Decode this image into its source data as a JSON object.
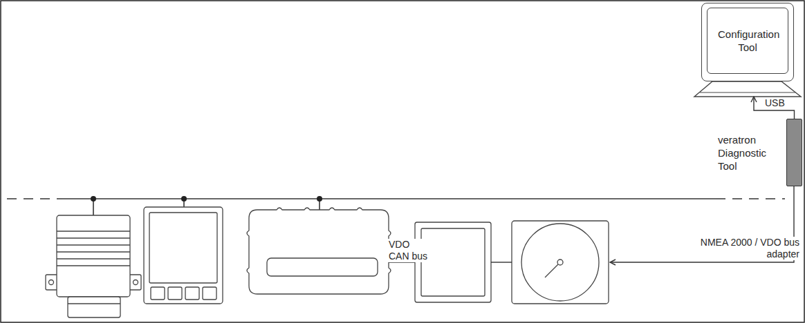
{
  "diagram": {
    "nodes": [
      {
        "text": [
          "Configuration Tool"
        ]
      },
      {
        "text": [
          "veratron Diagnostic Tool"
        ]
      }
    ],
    "edges": [
      {
        "from": 1,
        "to": 0,
        "arrow": "to",
        "label": "USB"
      }
    ],
    "labels": [
      "VDO CAN bus",
      "NMEA 2000 / VDO bus adapter"
    ]
  }
}
